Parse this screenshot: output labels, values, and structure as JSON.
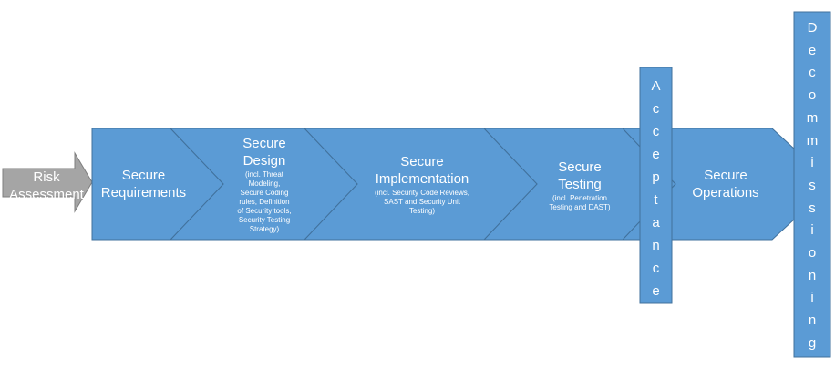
{
  "colors": {
    "stage_fill": "#5B9BD5",
    "stage_stroke": "#41719C",
    "risk_fill": "#A5A5A5",
    "risk_stroke": "#7F7F7F",
    "text": "#FFFFFF"
  },
  "risk": {
    "label": "Risk\nAssessment"
  },
  "stages": [
    {
      "title": "Secure\nRequirements",
      "detail": ""
    },
    {
      "title": "Secure\nDesign",
      "detail": "(incl. Threat\nModeling,\nSecure Coding\nrules, Definition\nof Security tools,\nSecurity Testing\nStrategy)"
    },
    {
      "title": "Secure\nImplementation",
      "detail": "(incl. Security Code Reviews,\nSAST and Security Unit\nTesting)"
    },
    {
      "title": "Secure\nTesting",
      "detail": "(incl. Penetration\nTesting and DAST)"
    },
    {
      "title": "Secure\nOperations",
      "detail": ""
    }
  ],
  "gates": [
    {
      "label": "Acceptance"
    },
    {
      "label": "Decommissioning"
    }
  ]
}
